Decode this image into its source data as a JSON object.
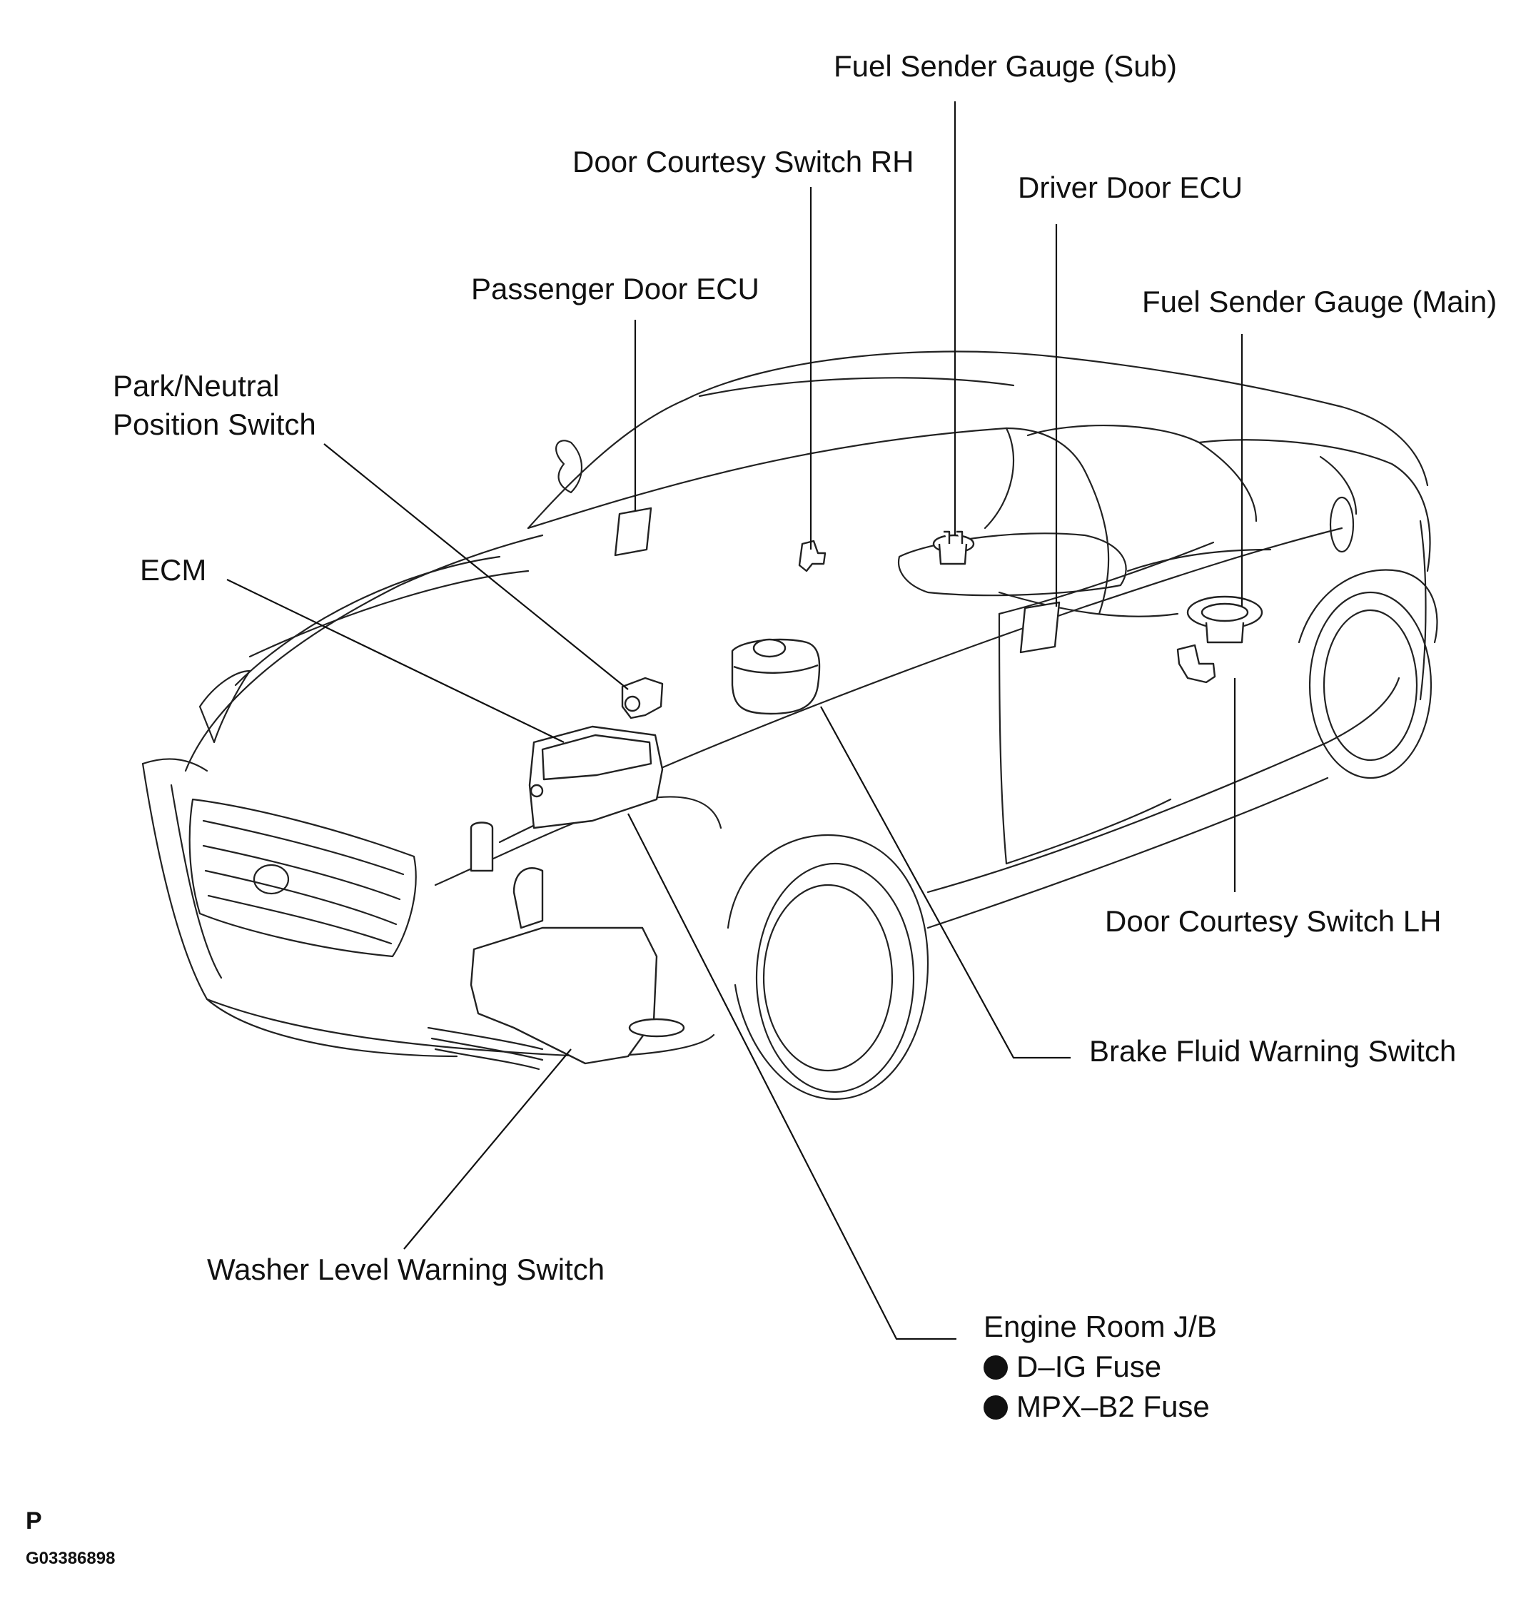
{
  "labels": {
    "fuel_sender_sub": "Fuel Sender Gauge (Sub)",
    "door_courtesy_rh": "Door Courtesy Switch RH",
    "driver_door_ecu": "Driver Door ECU",
    "passenger_door_ecu": "Passenger Door ECU",
    "fuel_sender_main": "Fuel Sender Gauge (Main)",
    "park_neutral_line1": "Park/Neutral",
    "park_neutral_line2": "Position Switch",
    "ecm": "ECM",
    "door_courtesy_lh": "Door Courtesy Switch LH",
    "brake_fluid": "Brake Fluid Warning Switch",
    "washer_level": "Washer Level Warning Switch",
    "engine_room_jb": "Engine Room J/B",
    "fuse_dig": "D–IG Fuse",
    "fuse_mpx": "MPX–B2 Fuse"
  },
  "footer": {
    "page_code": "P",
    "figure_id": "G03386898"
  }
}
